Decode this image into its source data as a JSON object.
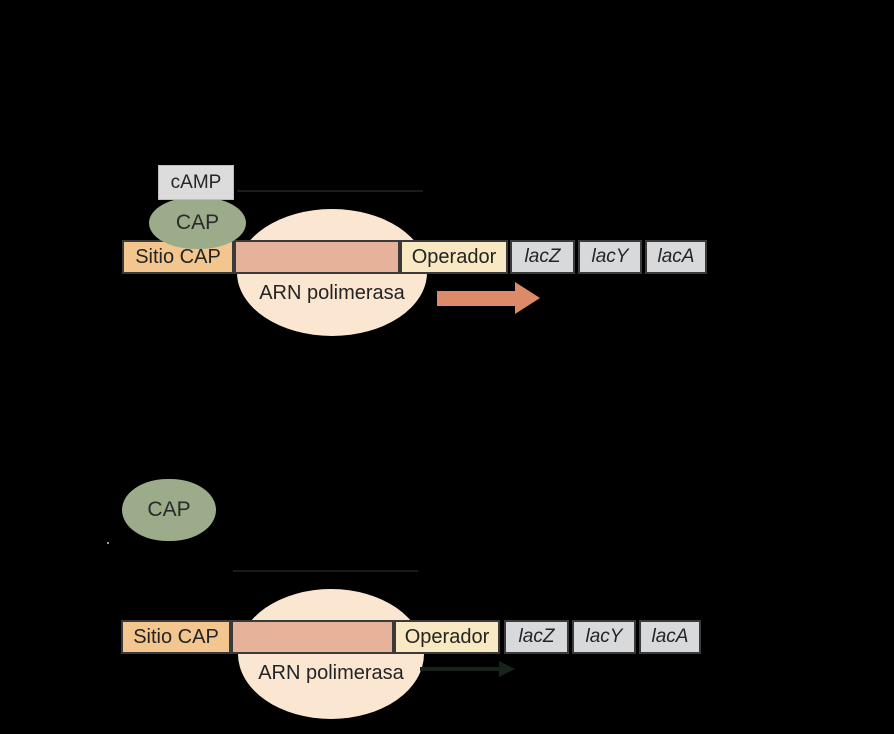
{
  "palette": {
    "background": "#000000",
    "camp_box_fill": "#dcdcdc",
    "cap_protein_fill": "#9cab8a",
    "cap_site_fill": "#f4c68f",
    "promoter_fill": "#e7b29a",
    "operator_fill": "#f8e9c2",
    "gene_box_fill": "#d8d9db",
    "box_border": "#3a3a3a",
    "rna_polymerase_fill": "#fbe7d1",
    "strong_arrow": "#dd8a6b",
    "weak_arrow": "#18231c",
    "text": "#242424"
  },
  "diagram_top": {
    "camp_label": "cAMP",
    "cap_label": "CAP",
    "cap_site_label": "Sitio CAP",
    "operator_label": "Operador",
    "genes": [
      "lacZ",
      "lacY",
      "lacA"
    ],
    "polymerase_label": "ARN polimerasa"
  },
  "diagram_bottom": {
    "cap_label": "CAP",
    "cap_site_label": "Sitio CAP",
    "operator_label": "Operador",
    "genes": [
      "lacZ",
      "lacY",
      "lacA"
    ],
    "polymerase_label": "ARN polimerasa"
  }
}
